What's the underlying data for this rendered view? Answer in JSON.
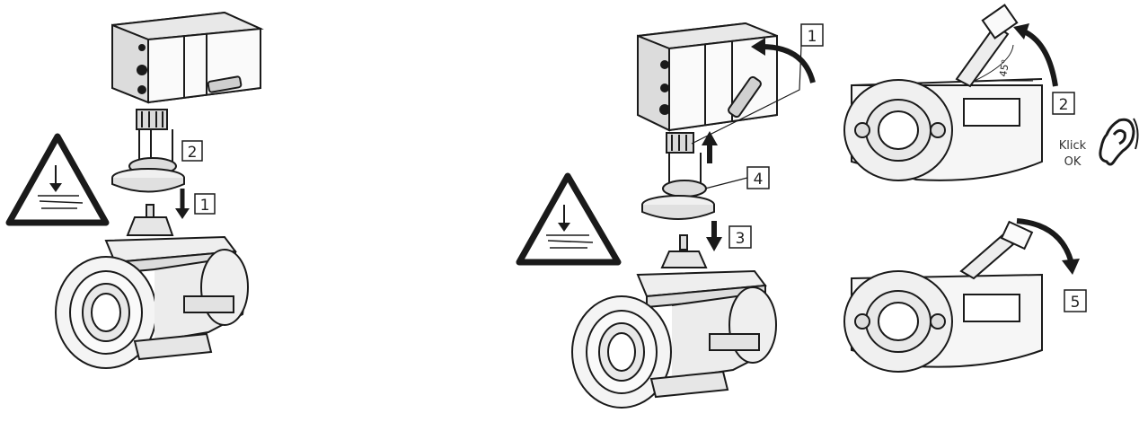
{
  "diagram": {
    "left_figure": {
      "step_labels": [
        "1",
        "2"
      ]
    },
    "right_figure": {
      "step_labels": [
        "1",
        "3",
        "4"
      ]
    },
    "detail_top": {
      "step_label": "2",
      "angle_label": "45°",
      "confirm_text_line1": "Klick",
      "confirm_text_line2": "OK"
    },
    "detail_bottom": {
      "step_label": "5"
    },
    "icons": [
      "warning-crush-hazard-icon",
      "ear-icon",
      "arrow-down-icon",
      "arrow-up-icon",
      "rotate-arrow-icon"
    ],
    "colors": {
      "ink": "#1a1a1a",
      "fill_light": "#f2f2f2",
      "fill_mid": "#d9d9d9"
    }
  }
}
